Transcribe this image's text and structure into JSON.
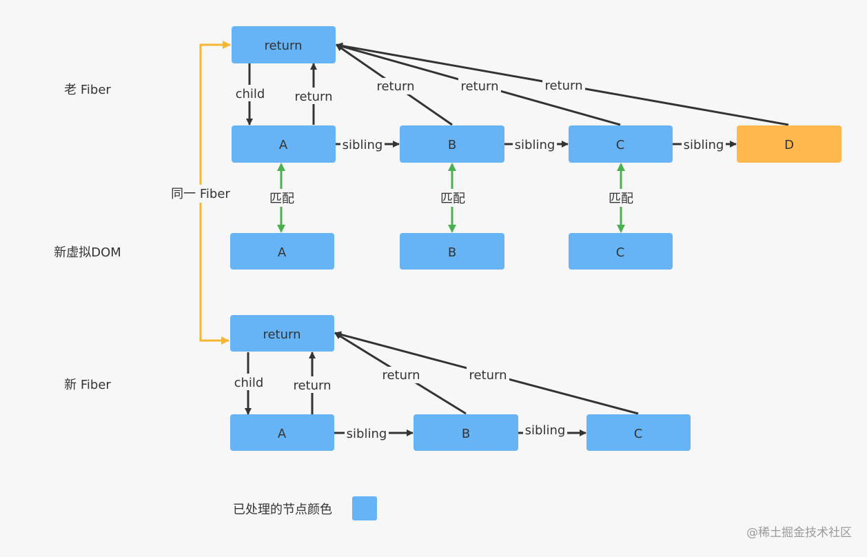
{
  "colors": {
    "background": "#f7f7f7",
    "node_blue": "#66b4f5",
    "node_orange": "#ffb84d",
    "edge_dark": "#333333",
    "match_green": "#4caf50",
    "same_fiber_yellow": "#f5b731",
    "text": "#333333"
  },
  "row_labels": {
    "old_fiber": "老 Fiber",
    "new_vdom": "新虚拟DOM",
    "new_fiber": "新 Fiber",
    "same_fiber": "同一 Fiber"
  },
  "old_fiber": {
    "root": "return",
    "nodes": [
      "A",
      "B",
      "C",
      "D"
    ],
    "child_label": "child",
    "return_label": "return",
    "sibling_label": "sibling"
  },
  "new_vdom": {
    "nodes": [
      "A",
      "B",
      "C"
    ],
    "match_label": "匹配"
  },
  "new_fiber": {
    "root": "return",
    "nodes": [
      "A",
      "B",
      "C"
    ],
    "child_label": "child",
    "return_label": "return",
    "sibling_label": "sibling"
  },
  "legend": {
    "label": "已处理的节点颜色"
  },
  "watermark": "@稀土掘金技术社区"
}
